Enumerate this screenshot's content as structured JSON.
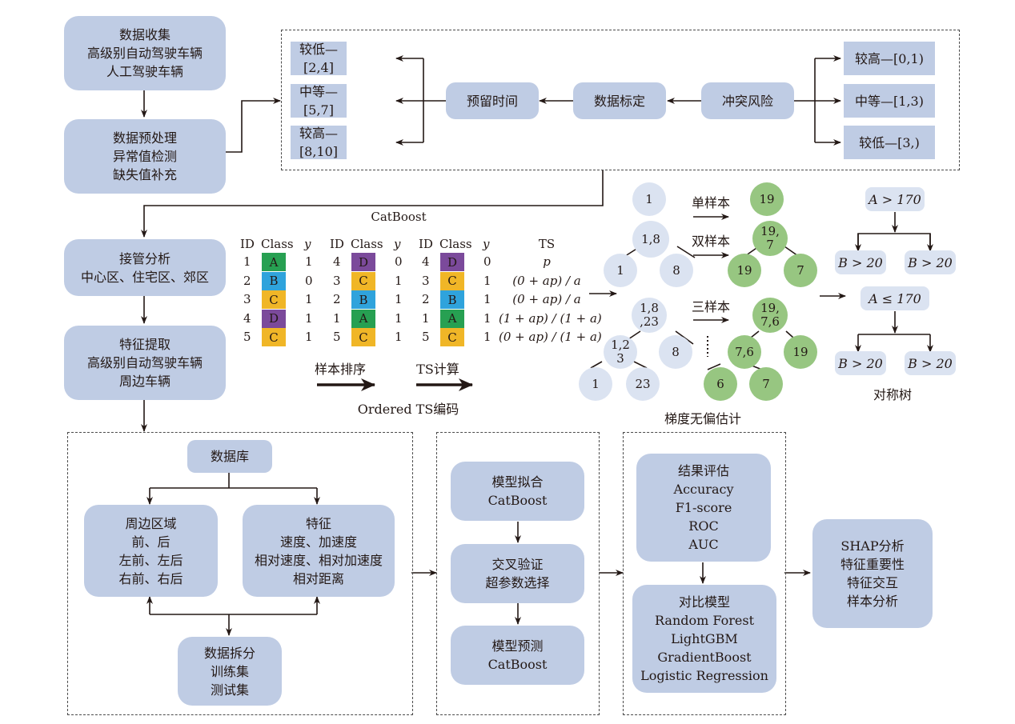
{
  "pipeline": {
    "collect": [
      "数据收集",
      "高级别自动驾驶车辆",
      "人工驾驶车辆"
    ],
    "preprocess": [
      "数据预处理",
      "异常值检测",
      "缺失值补充"
    ],
    "takeover": [
      "接管分析",
      "中心区、住宅区、郊区"
    ],
    "feature_extract": [
      "特征提取",
      "高级别自动驾驶车辆",
      "周边车辆"
    ]
  },
  "labeling": {
    "reserve_time": "预留时间",
    "calibration": "数据标定",
    "conflict_risk": "冲突风险",
    "reserve_levels": [
      "较低—[2,4]",
      "中等—[5,7]",
      "较高—[8,10]"
    ],
    "risk_levels": [
      "较高—[0,1)",
      "中等—[1,3)",
      "较低—[3,)"
    ]
  },
  "catboost": {
    "title": "CatBoost",
    "headers": {
      "id": "ID",
      "class": "Class",
      "y": "y",
      "ts": "TS"
    },
    "colors": {
      "A": "#27a052",
      "B": "#2fa3dc",
      "C": "#f0b627",
      "D": "#7b4a9b"
    },
    "table1": [
      {
        "id": "1",
        "cls": "A",
        "y": "1"
      },
      {
        "id": "2",
        "cls": "B",
        "y": "0"
      },
      {
        "id": "3",
        "cls": "C",
        "y": "1"
      },
      {
        "id": "4",
        "cls": "D",
        "y": "1"
      },
      {
        "id": "5",
        "cls": "C",
        "y": "1"
      }
    ],
    "table2": [
      {
        "id": "4",
        "cls": "D",
        "y": "0"
      },
      {
        "id": "3",
        "cls": "C",
        "y": "1"
      },
      {
        "id": "2",
        "cls": "B",
        "y": "1"
      },
      {
        "id": "1",
        "cls": "A",
        "y": "1"
      },
      {
        "id": "5",
        "cls": "C",
        "y": "1"
      }
    ],
    "table3": [
      {
        "id": "4",
        "cls": "D",
        "y": "0",
        "ts": "p"
      },
      {
        "id": "3",
        "cls": "C",
        "y": "1",
        "ts": "(0 + ap) / a"
      },
      {
        "id": "2",
        "cls": "B",
        "y": "1",
        "ts": "(0 + ap) / a"
      },
      {
        "id": "1",
        "cls": "A",
        "y": "1",
        "ts": "(1 + ap) / (1 + a)"
      },
      {
        "id": "5",
        "cls": "C",
        "y": "1",
        "ts": "(0 + ap) / (1 + a)"
      }
    ],
    "sort_label": "样本排序",
    "ts_calc_label": "TS计算",
    "ordered_ts_label": "Ordered TS编码"
  },
  "gradient": {
    "single": "单样本",
    "double": "双样本",
    "triple": "三样本",
    "caption": "梯度无偏估计",
    "blue_nodes": {
      "n1": "1",
      "n18": "1,8",
      "n1b": "1",
      "n8": "8",
      "n1823": [
        "1,8",
        ",23"
      ],
      "n123": [
        "1,2",
        "3"
      ],
      "n8b": "8",
      "n1c": "1",
      "n23": "23"
    },
    "green_nodes": {
      "g19": "19",
      "g197": [
        "19,",
        "7"
      ],
      "g19b": "19",
      "g7": "7",
      "g1976": [
        "19,",
        "7,6"
      ],
      "g76": "7,6",
      "g19c": "19",
      "g6": "6",
      "g7b": "7"
    }
  },
  "symmetric_tree": {
    "root1": "A > 170",
    "leaves1": [
      "B > 20",
      "B > 20"
    ],
    "root2": "A ≤ 170",
    "leaves2": [
      "B > 20",
      "B > 20"
    ],
    "caption": "对称树"
  },
  "database": {
    "title": "数据库",
    "region": [
      "周边区域",
      "前、后",
      "左前、左后",
      "右前、右后"
    ],
    "features": [
      "特征",
      "速度、加速度",
      "相对速度、相对加速度",
      "相对距离"
    ],
    "split": [
      "数据拆分",
      "训练集",
      "测试集"
    ]
  },
  "model": {
    "fit": [
      "模型拟合",
      "CatBoost"
    ],
    "cv": [
      "交叉验证",
      "超参数选择"
    ],
    "predict": [
      "模型预测",
      "CatBoost"
    ]
  },
  "evaluation": {
    "results": [
      "结果评估",
      "Accuracy",
      "F1-score",
      "ROC",
      "AUC"
    ],
    "compare": [
      "对比模型",
      "Random Forest",
      "LightGBM",
      "GradientBoost",
      "Logistic Regression"
    ]
  },
  "shap": [
    "SHAP分析",
    "特征重要性",
    "特征交互",
    "样本分析"
  ]
}
